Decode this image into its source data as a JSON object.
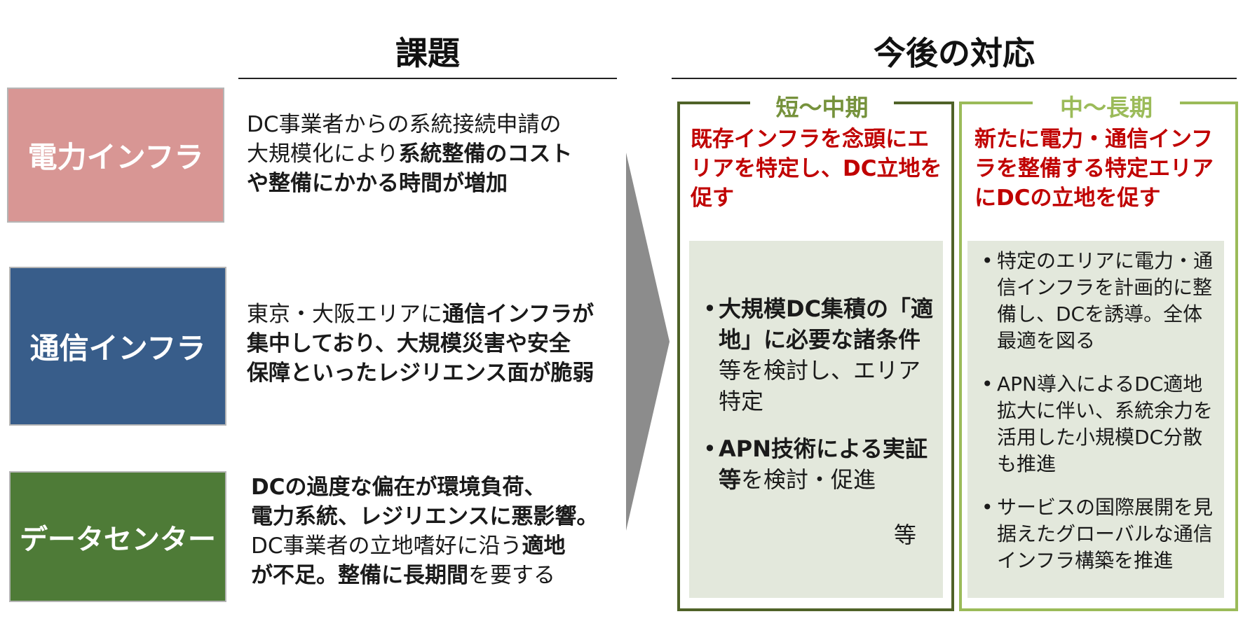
{
  "issues_header": "課題",
  "response_header": "今後の対応",
  "categories": [
    {
      "name": "電力インフラ",
      "color": "#d89694",
      "issue": [
        {
          "t": "DC事業者からの系統接続申請の",
          "b": false
        },
        {
          "t": "大規模化により",
          "b": false
        },
        {
          "t": "系統整備のコスト",
          "b": true
        },
        {
          "t": "や整備にかかる時間が増加",
          "b": true
        }
      ]
    },
    {
      "name": "通信インフラ",
      "color": "#385d8a",
      "issue": [
        {
          "t": "東京・大阪エリアに",
          "b": false
        },
        {
          "t": "通信インフラが",
          "b": true
        },
        {
          "t": "集中しており、大規模災害や安全",
          "b": true
        },
        {
          "t": "保障といったレジリエンス面が脆弱",
          "b": true
        }
      ]
    },
    {
      "name": "データセンター",
      "color": "#4e7b37",
      "issue": [
        {
          "t": "DCの過度な偏在が環境負荷、",
          "b": true
        },
        {
          "t": "電力系統、レジリエンスに悪影響。",
          "b": true
        },
        {
          "t": "DC事業者の立地嗜好に沿う",
          "b": false
        },
        {
          "t": "適地",
          "b": true
        },
        {
          "t": "が不足。整備に長期間",
          "b": true
        },
        {
          "t": "を要する",
          "b": false
        }
      ]
    }
  ],
  "short_term": {
    "label": "短～中期",
    "label_color": "#76923c",
    "border_color": "#4f6228",
    "headline": "既存インフラを念頭にエリアを特定し、DC立地を促す",
    "bullets": [
      {
        "bold": "大規模DC集積の「適地」に必要な諸条件",
        "rest": "等を検討し、エリア特定"
      },
      {
        "bold": "APN技術による実証等",
        "rest": "を検討・促進"
      }
    ],
    "etc": "等"
  },
  "long_term": {
    "label": "中～長期",
    "label_color": "#9bbb59",
    "border_color": "#9bbb59",
    "headline": "新たに電力・通信インフラを整備する特定エリアにDCの立地を促す",
    "bullets": [
      "特定のエリアに電力・通信インフラを計画的に整備し、DCを誘導。全体最適を図る",
      "APN導入によるDC適地拡大に伴い、系統余力を活用した小規模DC分散も推進",
      "サービスの国際展開を見据えたグローバルな通信インフラ構築を推進"
    ]
  },
  "headline_color": "#c00000"
}
